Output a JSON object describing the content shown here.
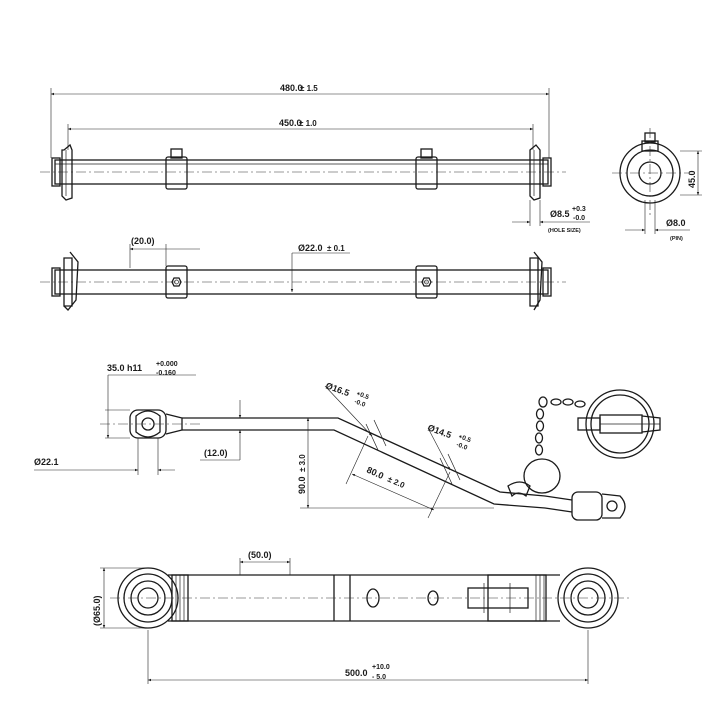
{
  "top_view": {
    "overall_length": "480.0",
    "overall_tol": "± 1.5",
    "pin_span": "450.0",
    "pin_span_tol": "± 1.0",
    "hole_dia": "Ø8.5",
    "hole_tol_upper": "+0.3",
    "hole_tol_lower": "-0.0",
    "hole_note": "(HOLE SIZE)"
  },
  "end_view": {
    "height": "45.0",
    "pin_dia": "Ø8.0",
    "pin_note": "(PIN)"
  },
  "side_view": {
    "offset": "(20.0)",
    "rod_dia": "Ø22.0",
    "rod_tol": "± 0.1"
  },
  "link_view": {
    "width": "35.0 h11",
    "width_tol_upper": "+0.000",
    "width_tol_lower": "-0.160",
    "eye_dia": "Ø22.1",
    "step": "(12.0)",
    "hole1_dia": "Ø16.5",
    "hole1_tol_upper": "+0.5",
    "hole1_tol_lower": "-0.0",
    "hole2_dia": "Ø14.5",
    "hole2_tol_upper": "+0.5",
    "hole2_tol_lower": "-0.0",
    "slot": "80.0",
    "slot_tol": "± 2.0",
    "drop": "90.0",
    "drop_tol": "± 3.0"
  },
  "bottom_view": {
    "ref_length": "(50.0)",
    "eye_outer": "(Ø65.0)",
    "total_length": "500.0",
    "total_tol_upper": "+10.0",
    "total_tol_lower": "- 5.0"
  }
}
